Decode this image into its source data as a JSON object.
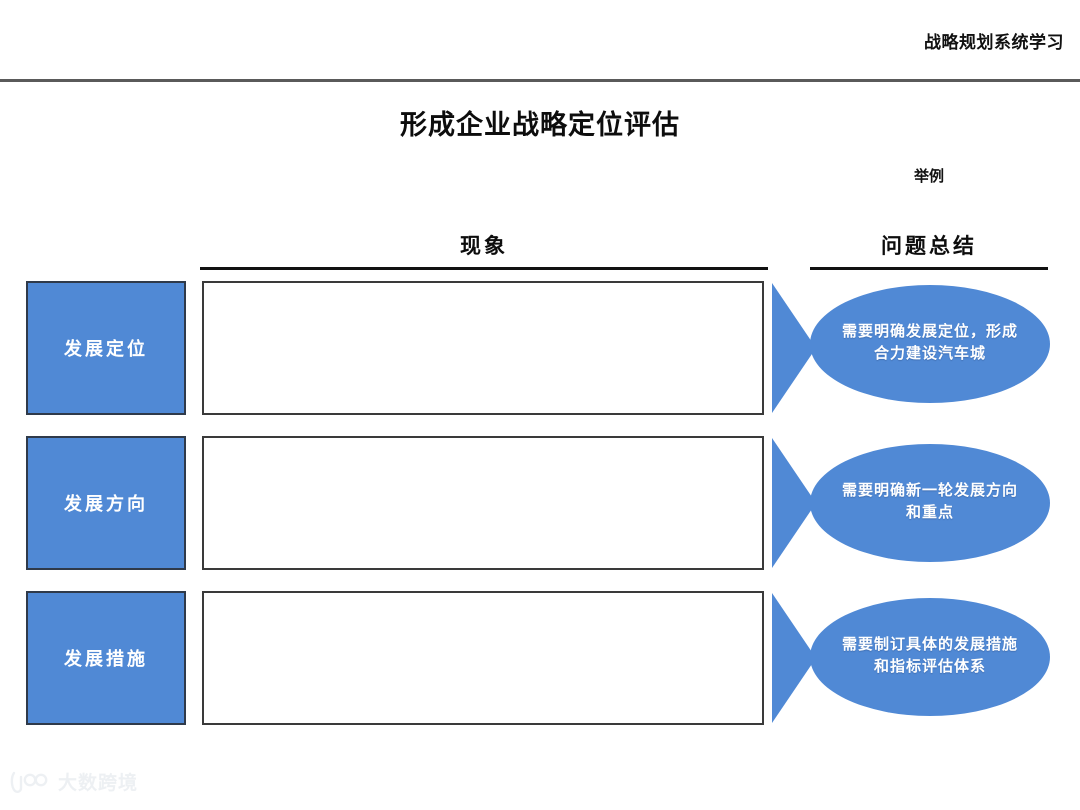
{
  "header": {
    "title": "战略规划系统学习"
  },
  "slide": {
    "title": "形成企业战略定位评估",
    "example_caption": "举例",
    "columns": {
      "phenomenon": "现象",
      "summary": "问题总结"
    }
  },
  "rows": [
    {
      "label": "发展定位",
      "phenomenon": "",
      "summary": "需要明确发展定位，形成合力建设汽车城"
    },
    {
      "label": "发展方向",
      "phenomenon": "",
      "summary": "需要明确新一轮发展方向和重点"
    },
    {
      "label": "发展措施",
      "phenomenon": "",
      "summary": "需要制订具体的发展措施和指标评估体系"
    }
  ],
  "watermark": {
    "text": "大数跨境"
  },
  "colors": {
    "accent_blue": "#5089D5",
    "label_border": "#2f3a4a",
    "content_border": "#3a3a3a",
    "header_rule": "#5a5a5a",
    "title_text": "#0d0d0d"
  }
}
